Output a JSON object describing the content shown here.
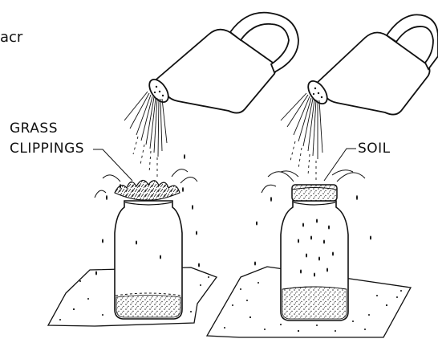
{
  "partial_text": "acr",
  "labels": {
    "left_line1": "GRASS",
    "left_line2": "CLIPPINGS",
    "right": "SOIL"
  },
  "colors": {
    "ink": "#111111",
    "paper": "#ffffff",
    "speckle": "#3a3a3a"
  }
}
